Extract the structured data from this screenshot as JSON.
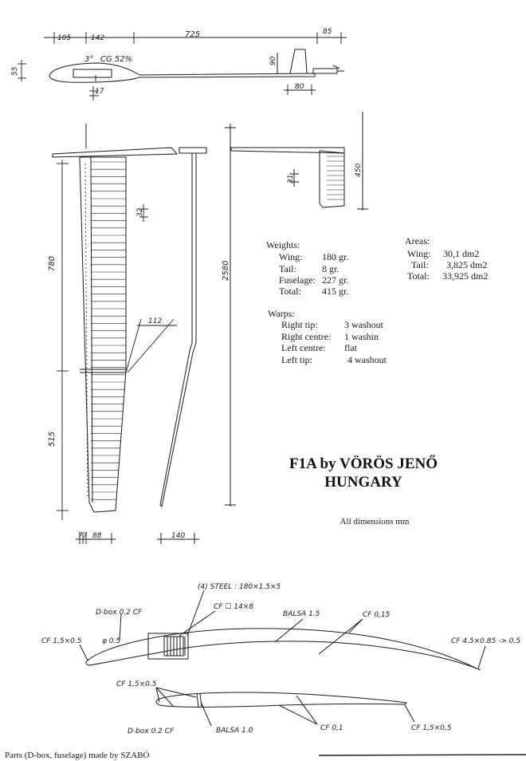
{
  "side_view": {
    "dims": [
      "105",
      "142",
      "725",
      "85",
      "55",
      "90",
      "80",
      "17"
    ],
    "incidence": "3°",
    "cg": "CG 52%"
  },
  "plan_view": {
    "wing_dims": [
      "780",
      "515",
      "32",
      "112",
      "77",
      "88"
    ],
    "fuselage_dims": [
      "2580",
      "140"
    ],
    "tail_dims": [
      "450",
      "31"
    ]
  },
  "weights": {
    "heading": "Weights:",
    "rows": [
      {
        "label": "Wing:",
        "value": "180 gr."
      },
      {
        "label": "Tail:",
        "value": "8 gr."
      },
      {
        "label": "Fuselage:",
        "value": "227 gr."
      },
      {
        "label": "Total:",
        "value": "415 gr."
      }
    ]
  },
  "areas": {
    "heading": "Areas:",
    "rows": [
      {
        "label": "Wing:",
        "value": "30,1 dm2"
      },
      {
        "label": "Tail:",
        "value": "3,825 dm2"
      },
      {
        "label": "Total:",
        "value": "33,925 dm2"
      }
    ]
  },
  "warps": {
    "heading": "Warps:",
    "rows": [
      {
        "label": "Right tip:",
        "value": "3 washout"
      },
      {
        "label": "Right centre:",
        "value": "1 washin"
      },
      {
        "label": "Left centre:",
        "value": "flat"
      },
      {
        "label": "Left tip:",
        "value": "4 washout"
      }
    ]
  },
  "title": {
    "line1": "F1A by VÖRÖS JENŐ",
    "line2": "HUNGARY"
  },
  "units_note": "All dimensions mm",
  "wing_section": {
    "steel": "(4) STEEL : 180×1.5×5",
    "dbox": "D-box 0.2 CF",
    "cf_box": "CF ☐ 14×8",
    "balsa": "BALSA 1.5",
    "cf_skin": "CF 0,15",
    "le": "CF 1,5×0.5",
    "dia": "φ 0.5",
    "te": "CF 4.5×0.85 -> 0.5"
  },
  "tail_section": {
    "le": "CF 1,5×0.5",
    "dbox": "D-box 0.2 CF",
    "balsa": "BALSA 1.0",
    "cf": "CF 0,1",
    "te": "CF 1,5×0,5"
  },
  "footer": "Parts (D-box, fuselage) made by SZABÓ"
}
